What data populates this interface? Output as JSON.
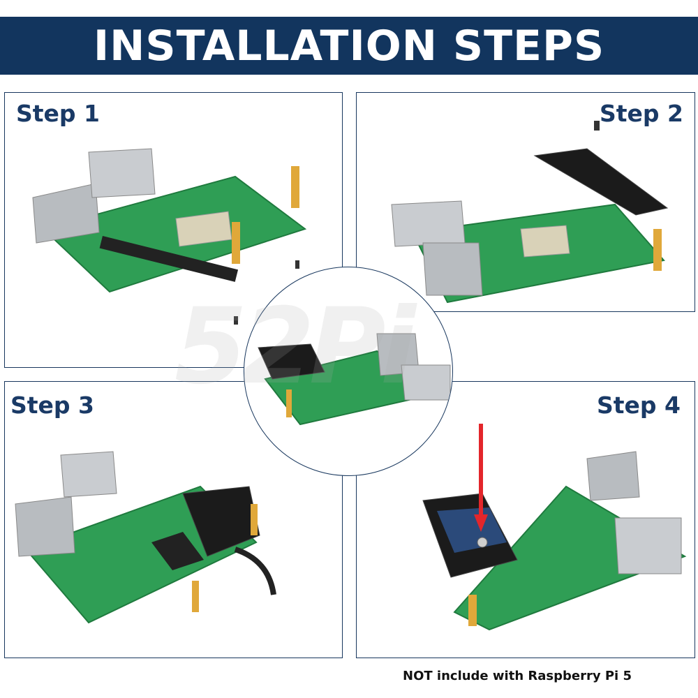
{
  "header": {
    "title": "INSTALLATION STEPS"
  },
  "steps": [
    {
      "label": "Step 1"
    },
    {
      "label": "Step 2"
    },
    {
      "label": "Step 3"
    },
    {
      "label": "Step 4"
    }
  ],
  "watermark": {
    "text": "52Pi"
  },
  "footer": {
    "note": "NOT include with Raspberry  Pi 5"
  },
  "colors": {
    "banner": "#12355e",
    "label": "#1a3a66",
    "pcb": "#2f9e55",
    "pcb_dark": "#1f7a3e",
    "arrow": "#e3262b"
  }
}
